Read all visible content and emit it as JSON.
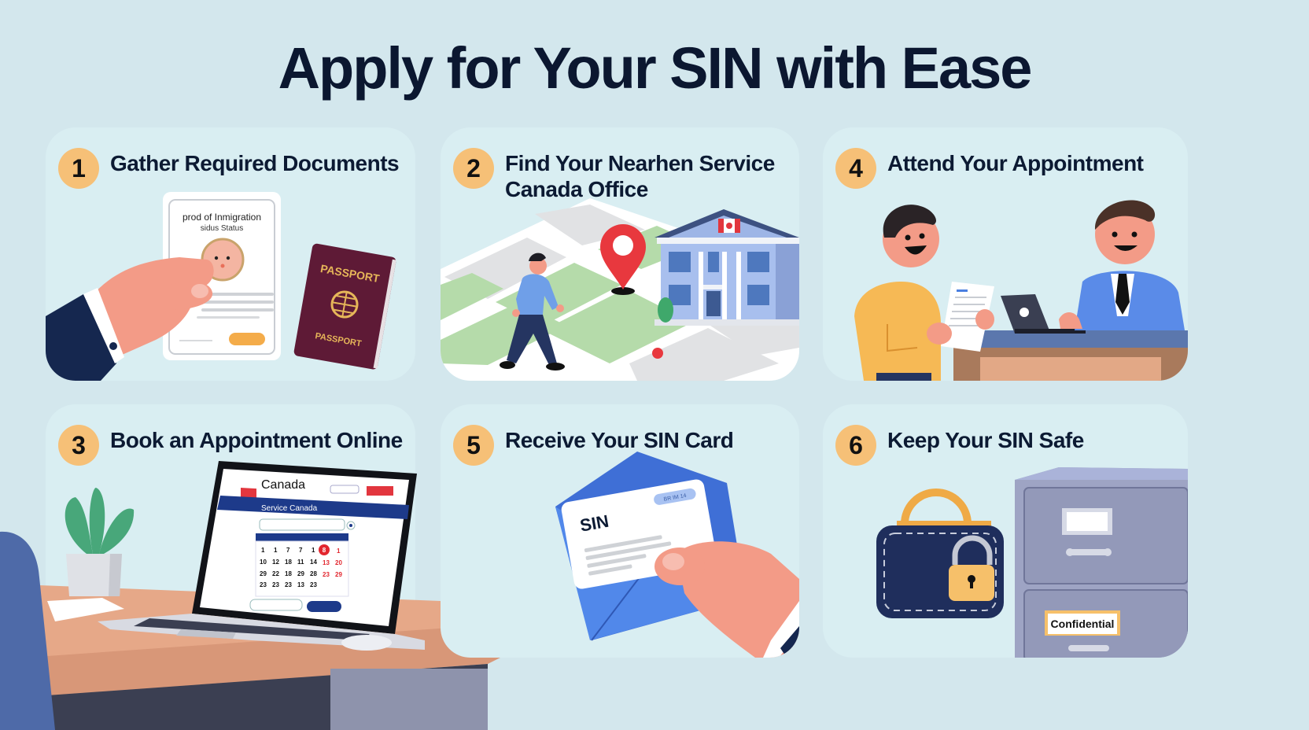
{
  "page": {
    "title": "Apply for Your SIN with Ease"
  },
  "steps": [
    {
      "number": "1",
      "title": "Gather Required Documents",
      "illustration": {
        "document_title_line1": "prod of Inmigration",
        "document_title_line2": "sidus Status",
        "passport_top": "PASSPORT",
        "passport_bottom": "PASSPORT"
      }
    },
    {
      "number": "2",
      "title_line1": "Find Your Nearhen Service",
      "title_line2": "Canada Office",
      "illustration": {
        "icons": [
          "map",
          "location-pin-icon",
          "walking-person",
          "government-building",
          "canada-flag-icon"
        ]
      }
    },
    {
      "number": "3",
      "title": "Book an Appointment Online",
      "illustration": {
        "site_brand": "Canada",
        "site_banner": "Service Canada",
        "calendar_rows": [
          [
            "1",
            "1",
            "7",
            "7",
            "1",
            "8",
            "1"
          ],
          [
            "10",
            "12",
            "18",
            "11",
            "14",
            "13",
            "20"
          ],
          [
            "29",
            "22",
            "18",
            "29",
            "28",
            "23",
            "29"
          ],
          [
            "23",
            "23",
            "23",
            "13",
            "23",
            "",
            ""
          ]
        ],
        "selected_day": "8"
      }
    },
    {
      "number": "4",
      "title": "Attend Your Appointment",
      "illustration": {
        "icons": [
          "applicant",
          "document",
          "laptop",
          "service-agent",
          "desk"
        ]
      }
    },
    {
      "number": "5",
      "title": "Receive Your SIN Card",
      "illustration": {
        "card_label": "SIN",
        "card_tag": "BR IM 14"
      }
    },
    {
      "number": "6",
      "title": "Keep Your SIN Safe",
      "illustration": {
        "cabinet_label": "Confidential",
        "icons": [
          "wallet",
          "padlock-icon",
          "filing-cabinet"
        ]
      }
    }
  ],
  "colors": {
    "background": "#d3e7ed",
    "card": "#d9eef2",
    "badge": "#f6c077",
    "title_text": "#0b1730",
    "accent_red": "#e2363e",
    "accent_blue": "#4a7fe0",
    "navy": "#1d2d5c"
  }
}
